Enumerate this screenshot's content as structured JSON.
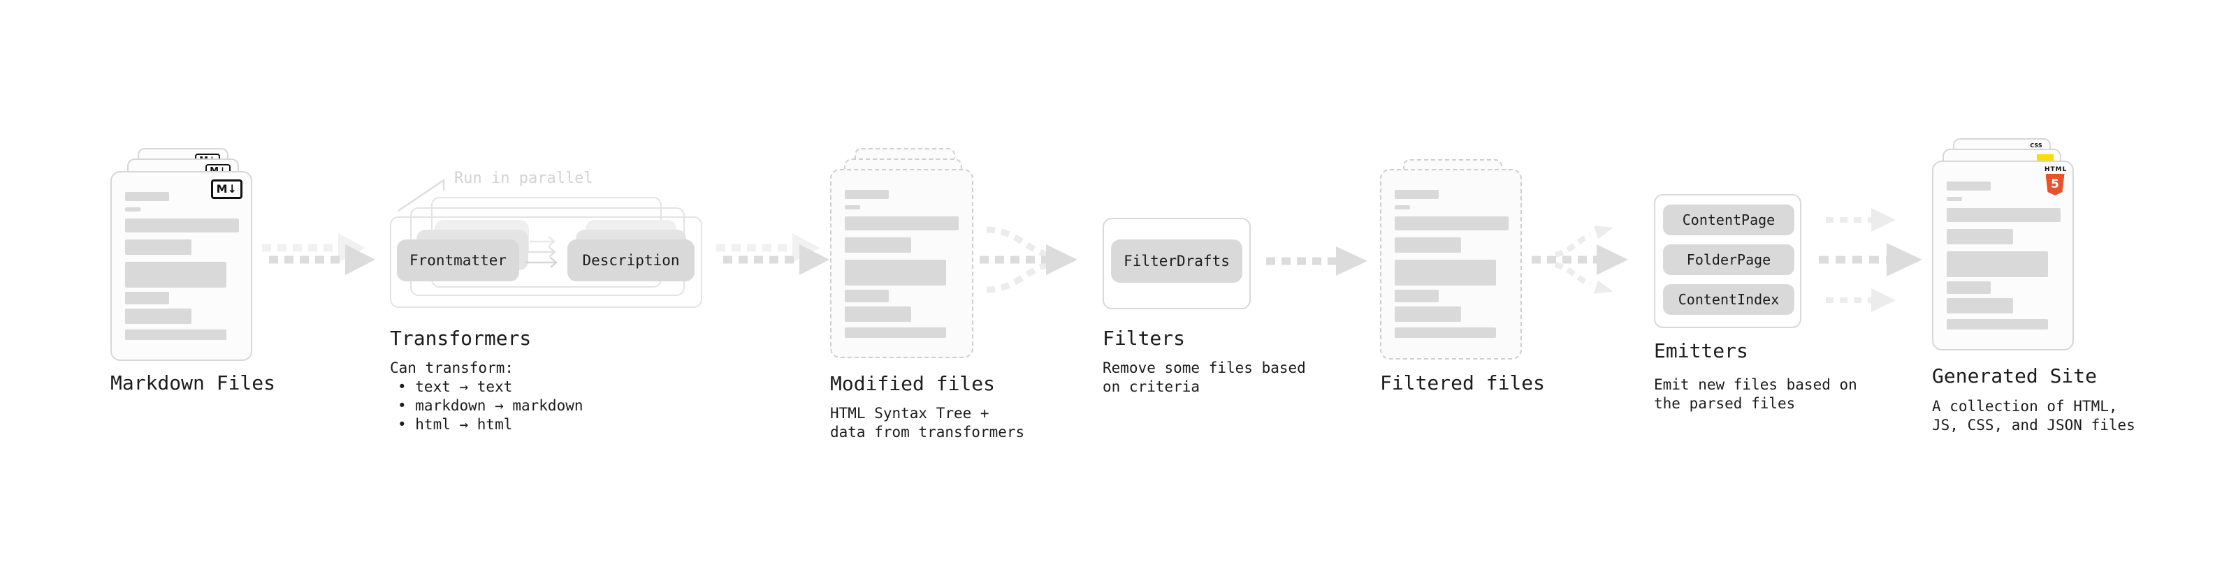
{
  "colors": {
    "ink": "#1c1c1c",
    "page-bg": "#ffffff",
    "card-bg": "#fcfcfc",
    "card-border": "#d7d7d7",
    "dashed-border": "#cfcfcf",
    "bar": "#d9d9d9",
    "pill": "#d9d9d9",
    "pill-ghost1": "#e4e4e4",
    "pill-ghost2": "#efefef",
    "outline-box": "#e3e3e3",
    "panel-border": "#d9d9d9",
    "arrow": "#dcdcdc",
    "arrow-ghost": "#f1f1f1",
    "arrow-faint": "#ececec",
    "annotation": "#d3d3d3",
    "md-badge-ink": "#111111",
    "html5-orange": "#e8532c",
    "js-yellow": "#ffdc00",
    "css-blue": "#2760e6"
  },
  "stages": {
    "markdown": {
      "title": "Markdown Files",
      "badge": "M↓"
    },
    "transformers": {
      "title": "Transformers",
      "annotation": "Run in parallel",
      "pill_left": "Frontmatter",
      "pill_right": "Description",
      "desc_heading": "Can transform:",
      "bullets": [
        "• text → text",
        "• markdown → markdown",
        "• html → html"
      ]
    },
    "modified": {
      "title": "Modified files",
      "subtitle": "HTML Syntax Tree +\ndata from transformers"
    },
    "filters": {
      "title": "Filters",
      "pill": "FilterDrafts",
      "subtitle": "Remove some files based\non criteria"
    },
    "filtered": {
      "title": "Filtered files"
    },
    "emitters": {
      "title": "Emitters",
      "pills": [
        "ContentPage",
        "FolderPage",
        "ContentIndex"
      ],
      "subtitle": "Emit new files based on\nthe parsed files"
    },
    "generated": {
      "title": "Generated Site",
      "subtitle": "A collection of HTML,\nJS, CSS, and JSON files",
      "css_badge": "CSS",
      "html_badge_word": "HTML",
      "html_badge_number": "5"
    }
  }
}
